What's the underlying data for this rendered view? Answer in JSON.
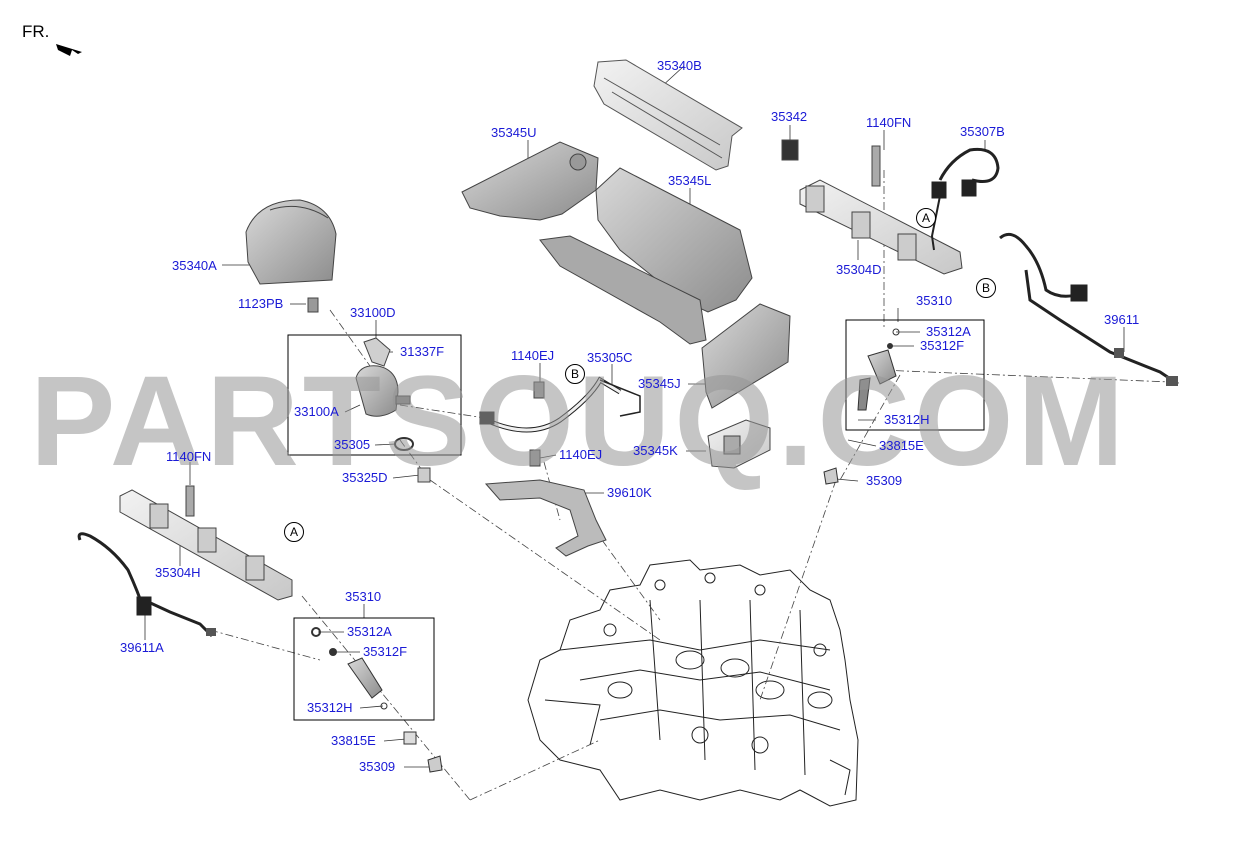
{
  "header": {
    "fr_label": "FR."
  },
  "watermark": "PARTSOUQ.COM",
  "markers": {
    "a": "A",
    "b": "B"
  },
  "labels": {
    "p35340B": "35340B",
    "p35342": "35342",
    "p1140FN_top": "1140FN",
    "p35307B": "35307B",
    "p35345U": "35345U",
    "p35345L": "35345L",
    "p35304D": "35304D",
    "p35340A": "35340A",
    "p1123PB": "1123PB",
    "p33100D": "33100D",
    "p31337F": "31337F",
    "p33100A": "33100A",
    "p35305": "35305",
    "p35325D": "35325D",
    "p1140EJ_top": "1140EJ",
    "p35305C": "35305C",
    "p35345J": "35345J",
    "p1140EJ_mid": "1140EJ",
    "p35345K": "35345K",
    "p39610K": "39610K",
    "p35310_right": "35310",
    "p35312A_right": "35312A",
    "p35312F_right": "35312F",
    "p35312H_right": "35312H",
    "p33815E_right": "33815E",
    "p35309_right": "35309",
    "p39611": "39611",
    "p1140FN_left": "1140FN",
    "p35304H": "35304H",
    "p39611A": "39611A",
    "p35310_left": "35310",
    "p35312A_left": "35312A",
    "p35312F_left": "35312F",
    "p35312H_left": "35312H",
    "p33815E_left": "33815E",
    "p35309_left": "35309"
  }
}
